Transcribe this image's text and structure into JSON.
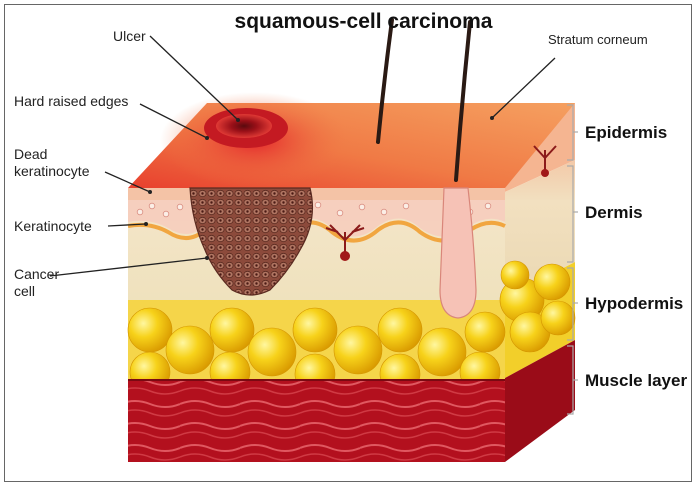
{
  "diagram": {
    "title": "squamous-cell carcinoma",
    "labels": {
      "ulcer": "Ulcer",
      "hard_raised_edges": "Hard raised edges",
      "dead_keratinocyte": "Dead\nkeratinocyte",
      "keratinocyte": "Keratinocyte",
      "cancer_cell": "Cancer\ncell",
      "stratum_corneum": "Stratum corneum"
    },
    "layers": {
      "epidermis": "Epidermis",
      "dermis": "Dermis",
      "hypodermis": "Hypodermis",
      "muscle_layer": "Muscle layer"
    },
    "colors": {
      "skin_surface": "#f08a4b",
      "ulcer": "#c0141c",
      "dermis": "#f3e6c4",
      "fat": "#f4c20d",
      "muscle": "#b01020",
      "tumor": "#8a4a3a"
    }
  }
}
